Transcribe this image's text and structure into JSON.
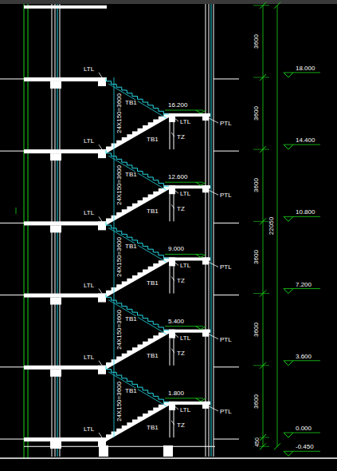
{
  "diagram": {
    "labels": [
      "18.000",
      "14.400",
      "10.800",
      "7.200",
      "3.600",
      "0.000",
      "-0.450",
      "16.200",
      "12.600",
      "9.000",
      "5.400",
      "1.800",
      "3600",
      "3600",
      "3600",
      "3600",
      "3600",
      "3600",
      "450",
      "22050",
      "LTL",
      "TB1",
      "24X150=3600",
      "LTL",
      "PTL",
      "TB1",
      "TZ",
      "LTL",
      "TB1",
      "24X150=3600",
      "LTL",
      "PTL",
      "TB1",
      "TZ",
      "LTL",
      "TB1",
      "24X150=3600",
      "LTL",
      "PTL",
      "TB1",
      "TZ",
      "LTL",
      "TB1",
      "24X150=3600",
      "LTL",
      "PTL",
      "TB1",
      "TZ",
      "LTL",
      "TB1",
      "24X150=3600",
      "LTL",
      "PTL",
      "TB1",
      "TZ",
      "LTL"
    ]
  }
}
